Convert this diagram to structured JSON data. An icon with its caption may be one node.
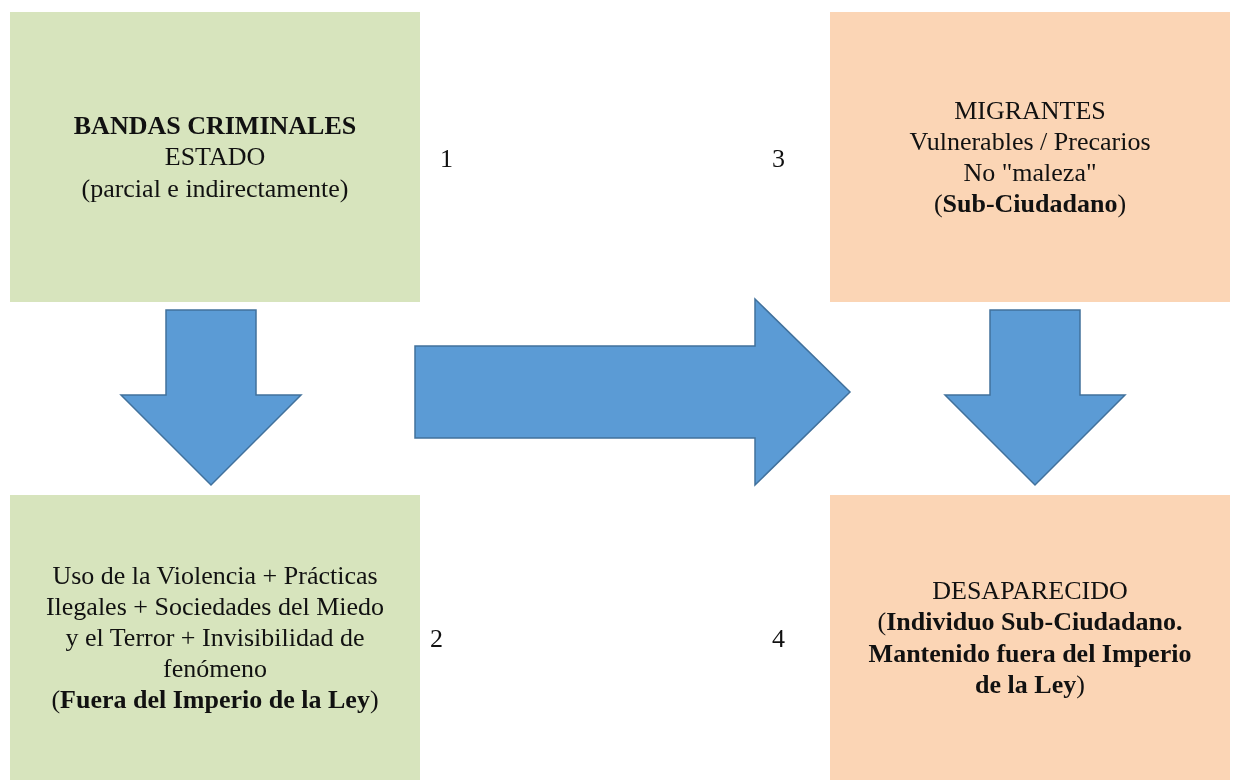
{
  "diagram": {
    "nodes": [
      {
        "text": [
          "**BANDAS CRIMINALES**",
          "ESTADO",
          "(parcial e indirectamente)"
        ],
        "beside": [
          "1"
        ]
      },
      {
        "text": [
          "Uso de la Violencia + Prácticas Ilegales + Sociedades del Miedo y el Terror + Invisibilidad de fenómeno",
          "(**Fuera del Imperio de la Ley**)"
        ],
        "beside": [
          "2"
        ]
      },
      {
        "text": [
          "MIGRANTES",
          "Vulnerables / Precarios",
          "No \"maleza\"",
          "(**Sub-Ciudadano**)"
        ],
        "beside": [
          "3"
        ]
      },
      {
        "text": [
          "DESAPARECIDO",
          "(**Individuo Sub-Ciudadano. Mantenido fuera del Imperio de la Ley**)"
        ],
        "beside": [
          "4"
        ]
      }
    ],
    "edges": [
      {
        "from": 0,
        "to": 1,
        "arrow": "to"
      },
      {
        "from": 1,
        "to": 2,
        "arrow": "to"
      },
      {
        "from": 2,
        "to": 3,
        "arrow": "to"
      }
    ]
  }
}
